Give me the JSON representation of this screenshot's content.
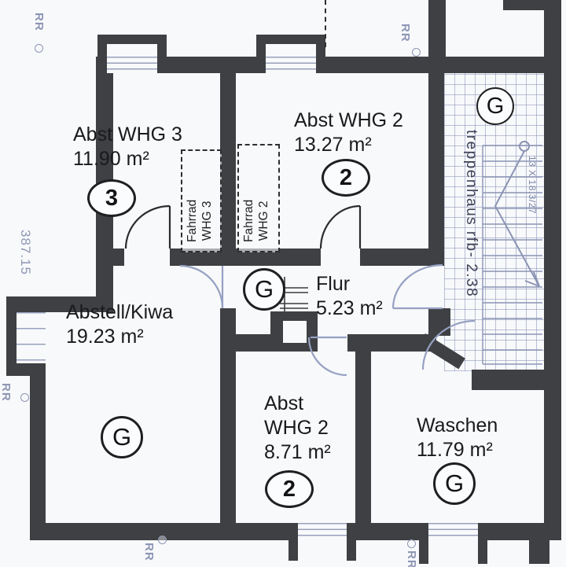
{
  "rooms": {
    "abst_whg3": {
      "name": "Abst WHG 3",
      "area": "11.90 m²",
      "badge": "3"
    },
    "abst_whg2_top": {
      "name": "Abst WHG 2",
      "area": "13.27 m²",
      "badge": "2"
    },
    "flur": {
      "name": "Flur",
      "area": "5.23 m²",
      "badge": "G"
    },
    "abstell_kiwa": {
      "name": "Abstell/Kiwa",
      "area": "19.23 m²",
      "badge": "G"
    },
    "abst_whg2_bottom": {
      "name_line1": "Abst",
      "name_line2": "WHG 2",
      "area": "8.71 m²",
      "badge": "2"
    },
    "waschen": {
      "name": "Waschen",
      "area": "11.79 m²",
      "badge": "G"
    },
    "treppenhaus": {
      "badge": "G",
      "label": "treppenhaus rfb- 2.38",
      "stair_note": "13 X 18.3/27"
    }
  },
  "storage": {
    "fahrrad_whg3": {
      "line1": "Fahrrad",
      "line2": "WHG 3"
    },
    "fahrrad_whg2": {
      "line1": "Fahrrad",
      "line2": "WHG 2"
    }
  },
  "annotations": {
    "rr": "RR",
    "elevation": "387.15"
  },
  "colors": {
    "wall": "#3e4043",
    "hatch_line": "#8d97b8",
    "annotation": "#8d96b4",
    "door_light": "#96a0c2",
    "ink": "#1a1a1c"
  }
}
